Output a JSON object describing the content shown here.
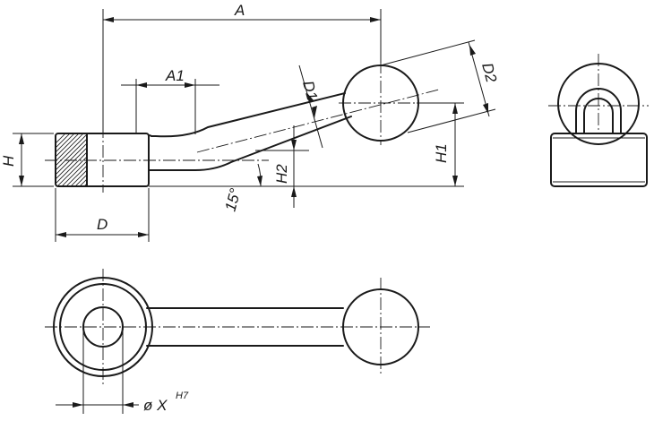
{
  "labels": {
    "A": "A",
    "A1": "A1",
    "D1": "D1",
    "D2": "D2",
    "H": "H",
    "H1": "H1",
    "H2": "H2",
    "D": "D",
    "angle": "15°",
    "bore": "ø X",
    "bore_tolerance": "H7"
  }
}
